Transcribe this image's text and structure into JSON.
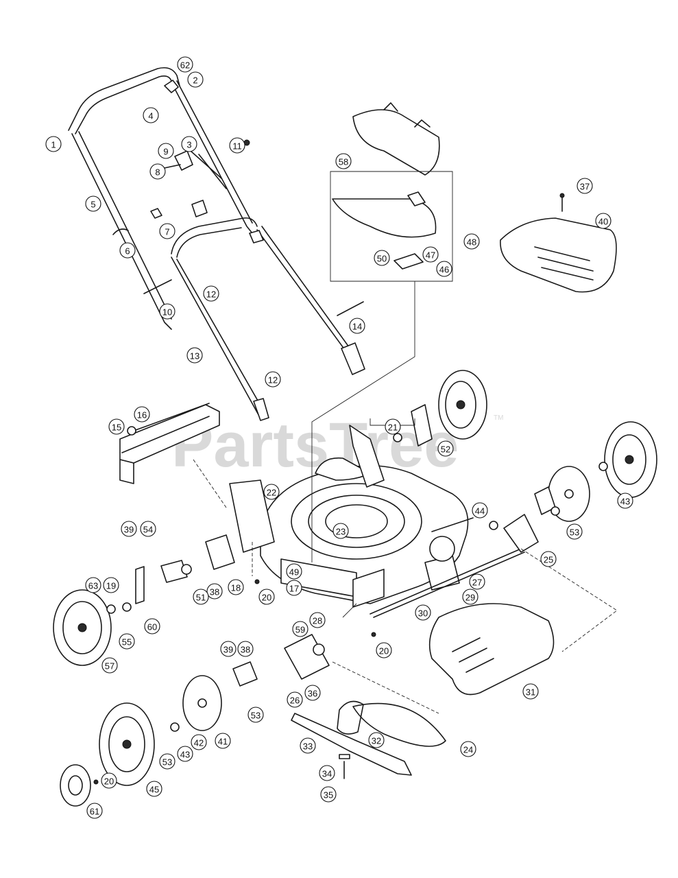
{
  "watermark": {
    "text": "PartsTree",
    "trademark": "TM"
  },
  "callouts": [
    "62",
    "2",
    "4",
    "1",
    "11",
    "9",
    "3",
    "8",
    "5",
    "7",
    "6",
    "12",
    "10",
    "58",
    "37",
    "40",
    "48",
    "50",
    "47",
    "46",
    "14",
    "13",
    "12",
    "16",
    "15",
    "21",
    "52",
    "43",
    "22",
    "44",
    "23",
    "53",
    "25",
    "39",
    "54",
    "63",
    "19",
    "18",
    "20",
    "49",
    "17",
    "27",
    "29",
    "30",
    "55",
    "57",
    "60",
    "38",
    "51",
    "59",
    "28",
    "20",
    "39",
    "38",
    "53",
    "26",
    "36",
    "31",
    "24",
    "32",
    "33",
    "34",
    "35",
    "41",
    "42",
    "43",
    "53",
    "20",
    "45",
    "61"
  ]
}
